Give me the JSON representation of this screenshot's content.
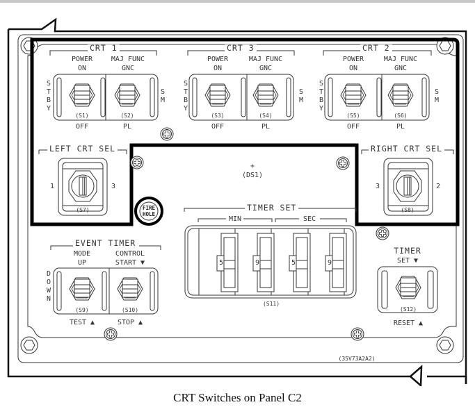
{
  "caption": "CRT Switches on Panel C2",
  "panel_id": "(35V73A2A2)",
  "crt_groups": [
    {
      "title": "CRT 1",
      "left_top": "POWER",
      "left_sub": "ON",
      "left_bottom": "OFF",
      "left_switch": "(S1)",
      "right_top": "MAJ FUNC",
      "right_sub": "GNC",
      "right_bottom": "PL",
      "right_switch": "(S2)",
      "side_left": "STBY",
      "side_right": "SM"
    },
    {
      "title": "CRT 3",
      "left_top": "POWER",
      "left_sub": "ON",
      "left_bottom": "OFF",
      "left_switch": "(S3)",
      "right_top": "MAJ FUNC",
      "right_sub": "GNC",
      "right_bottom": "PL",
      "right_switch": "(S4)",
      "side_left": "STBY",
      "side_right": "SM"
    },
    {
      "title": "CRT 2",
      "left_top": "POWER",
      "left_sub": "ON",
      "left_bottom": "OFF",
      "left_switch": "(S5)",
      "right_top": "MAJ FUNC",
      "right_sub": "GNC",
      "right_bottom": "PL",
      "right_switch": "(S6)",
      "side_left": "STBY",
      "side_right": "SM"
    }
  ],
  "left_crt_sel": {
    "title": "LEFT CRT SEL",
    "pos_left": "1",
    "pos_right": "3",
    "switch": "(S7)"
  },
  "right_crt_sel": {
    "title": "RIGHT CRT SEL",
    "pos_left": "3",
    "pos_right": "2",
    "switch": "(S8)"
  },
  "display": {
    "marker": "+",
    "label": "(DS1)"
  },
  "fire_hole": {
    "line1": "FIRE",
    "line2": "HOLE"
  },
  "timer_set": {
    "title": "TIMER SET",
    "min_label": "MIN",
    "sec_label": "SEC",
    "switch": "(S11)",
    "digits": [
      "5",
      "9",
      "5",
      "9"
    ]
  },
  "event_timer": {
    "title": "EVENT TIMER",
    "left_top": "MODE",
    "left_sub": "UP",
    "left_bottom": "TEST ▲",
    "left_switch": "(S9)",
    "right_top": "CONTROL",
    "right_sub": "START ▼",
    "right_bottom": "STOP ▲",
    "right_switch": "(S10)",
    "side_left": "DOWN"
  },
  "timer": {
    "title": "TIMER",
    "sub": "SET ▼",
    "bottom": "RESET ▲",
    "switch": "(S12)"
  },
  "colors": {
    "line": "#111111",
    "thin": "#333333",
    "bg": "#ffffff"
  }
}
